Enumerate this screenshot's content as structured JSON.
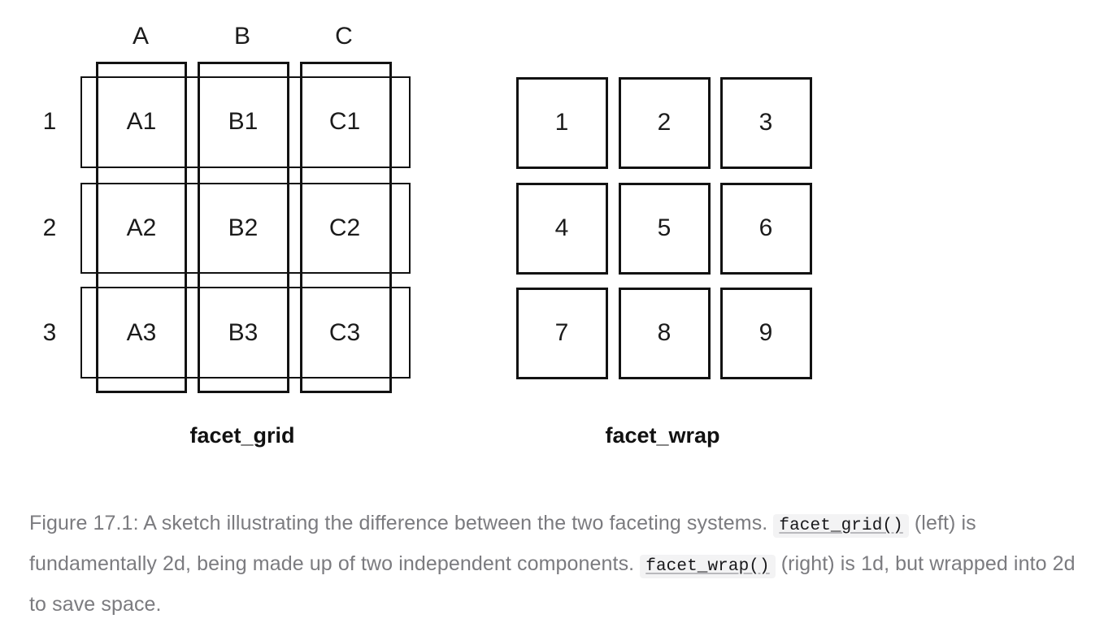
{
  "figure": {
    "facet_grid": {
      "title": "facet_grid",
      "col_headers": [
        "A",
        "B",
        "C"
      ],
      "row_headers": [
        "1",
        "2",
        "3"
      ],
      "cells": [
        [
          "A1",
          "B1",
          "C1"
        ],
        [
          "A2",
          "B2",
          "C2"
        ],
        [
          "A3",
          "B3",
          "C3"
        ]
      ]
    },
    "facet_wrap": {
      "title": "facet_wrap",
      "cells": [
        [
          "1",
          "2",
          "3"
        ],
        [
          "4",
          "5",
          "6"
        ],
        [
          "7",
          "8",
          "9"
        ]
      ]
    }
  },
  "caption": {
    "part1": "Figure 17.1: A sketch illustrating the difference between the two faceting systems. ",
    "code1": "facet_grid()",
    "part2": " (left) is fundamentally 2d, being made up of two independent components. ",
    "code2": "facet_wrap()",
    "part3": " (right) is 1d, but wrapped into 2d to save space."
  },
  "colors": {
    "stroke": "#121212",
    "text": "#1b1b1b",
    "caption_text": "#7b7b7f",
    "code_bg": "#f3f3f4",
    "code_text": "#17171a",
    "background": "#ffffff"
  }
}
